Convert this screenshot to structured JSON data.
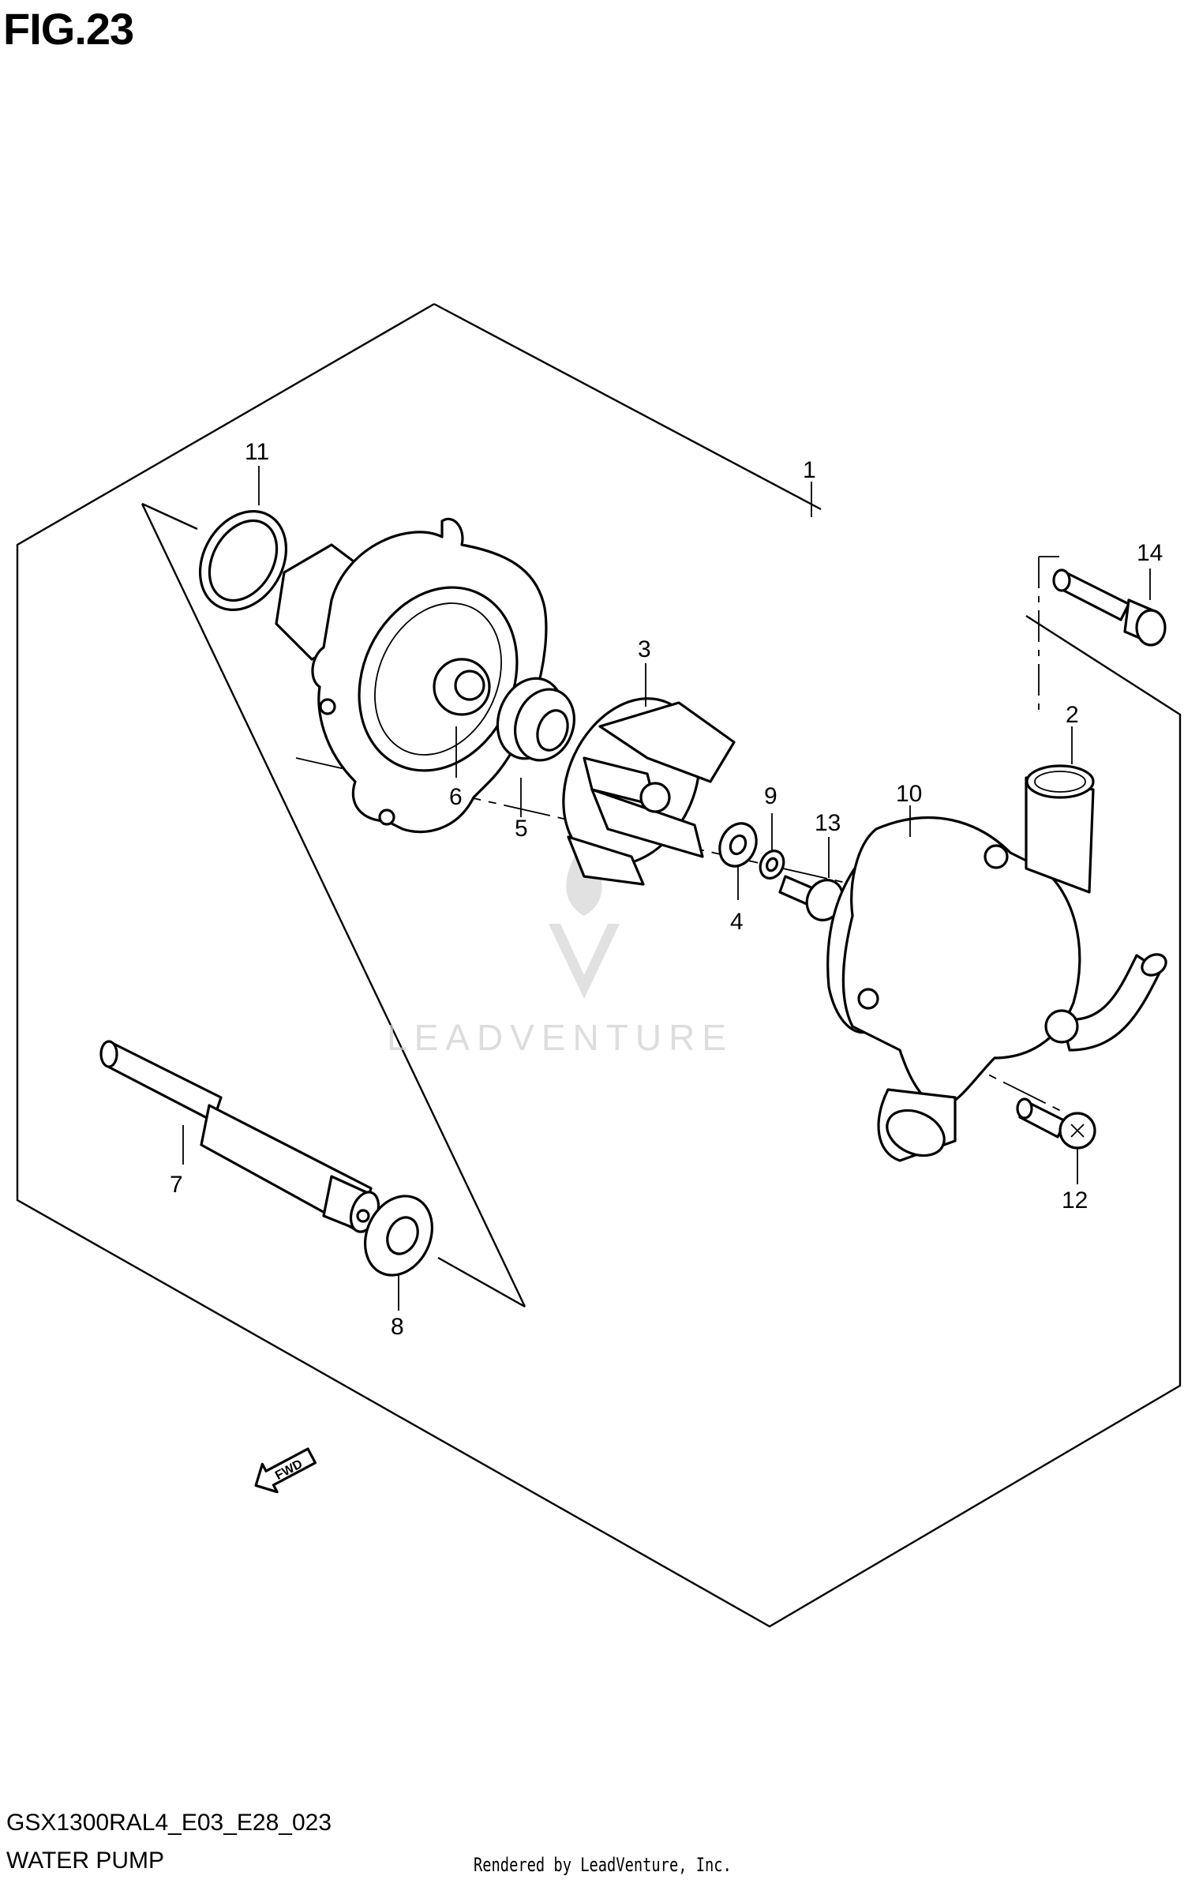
{
  "figure": {
    "title": "FIG.23",
    "code": "GSX1300RAL4_E03_E28_023",
    "name": "WATER PUMP",
    "credit": "Rendered by LeadVenture, Inc."
  },
  "watermark": {
    "text": "LEADVENTURE"
  },
  "fwd_label": "FWD",
  "callouts": [
    "1",
    "2",
    "3",
    "4",
    "5",
    "6",
    "7",
    "8",
    "9",
    "10",
    "11",
    "12",
    "13",
    "14"
  ]
}
